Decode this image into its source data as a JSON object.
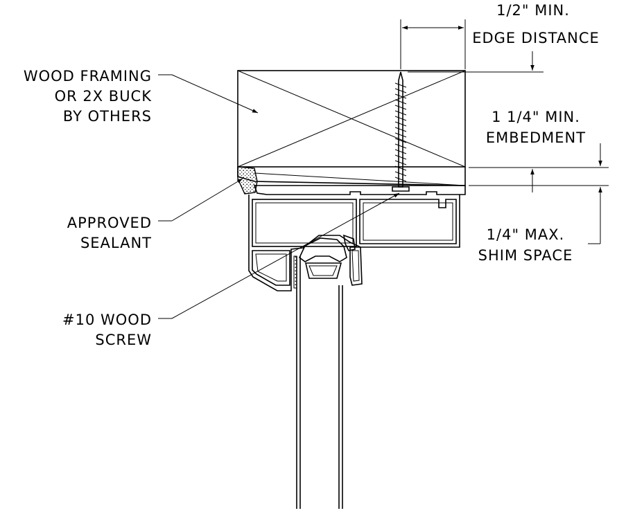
{
  "labels": {
    "wood_framing": [
      "WOOD FRAMING",
      "OR 2X BUCK",
      "BY OTHERS"
    ],
    "sealant": [
      "APPROVED",
      "SEALANT"
    ],
    "screw": [
      "#10 WOOD",
      "SCREW"
    ],
    "edge_distance": [
      "1/2\" MIN.",
      "EDGE DISTANCE"
    ],
    "embedment": [
      "1 1/4\" MIN.",
      "EMBEDMENT"
    ],
    "shim_space": [
      "1/4\" MAX.",
      "SHIM SPACE"
    ]
  }
}
